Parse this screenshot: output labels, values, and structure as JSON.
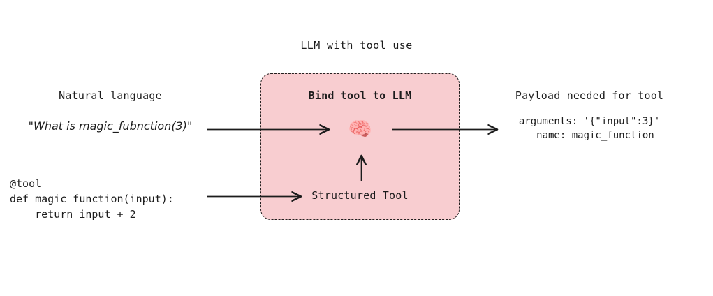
{
  "diagram": {
    "title": "LLM with tool use",
    "background_color": "#ffffff",
    "ink_color": "#1c1c1c"
  },
  "llm_box": {
    "label": "Bind tool to LLM",
    "inner_label": "Structured Tool",
    "icon": "brain-icon",
    "icon_glyph": "🧠",
    "fill_color": "#f8cdd0",
    "border_color": "#22201f",
    "border_style": "dashed"
  },
  "left_column": {
    "header": "Natural language",
    "quote": "\"What is magic_fubnction(3)\"",
    "code": "@tool\ndef magic_function(input):\n    return input + 2"
  },
  "right_column": {
    "header": "Payload needed for tool",
    "payload": "arguments: '{\"input\":3}'\n  name: magic_function"
  },
  "arrows": [
    {
      "name": "arrow-natural-language-to-llm",
      "direction": "right"
    },
    {
      "name": "arrow-llm-to-payload",
      "direction": "right"
    },
    {
      "name": "arrow-tool-code-to-structured-tool",
      "direction": "right"
    },
    {
      "name": "arrow-structured-tool-to-brain",
      "direction": "up"
    }
  ]
}
